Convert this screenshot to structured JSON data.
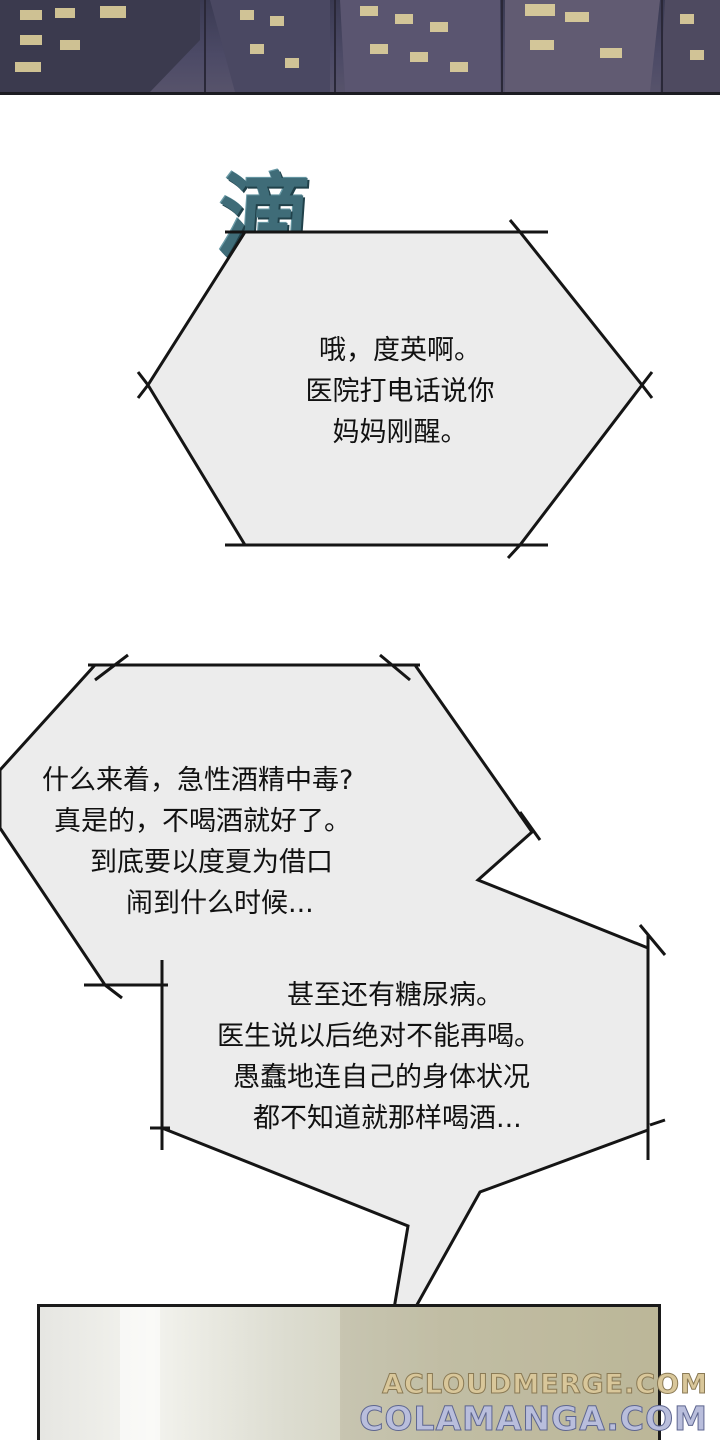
{
  "sfx": {
    "text": "滴"
  },
  "bubbles": [
    {
      "lines": [
        "哦，度英啊。",
        "医院打电话说你",
        "妈妈刚醒。"
      ]
    },
    {
      "lines": [
        "什么来着，急性酒精中毒?",
        "真是的，不喝酒就好了。",
        "到底要以度夏为借口",
        "闹到什么时候..."
      ]
    },
    {
      "lines": [
        "甚至还有糖尿病。",
        "医生说以后绝对不能再喝。",
        "愚蠢地连自己的身体状况",
        "都不知道就那样喝酒..."
      ]
    }
  ],
  "watermarks": {
    "line1": "ACLOUDMERGE.COM",
    "line2": "COLAMANGA.COM"
  }
}
